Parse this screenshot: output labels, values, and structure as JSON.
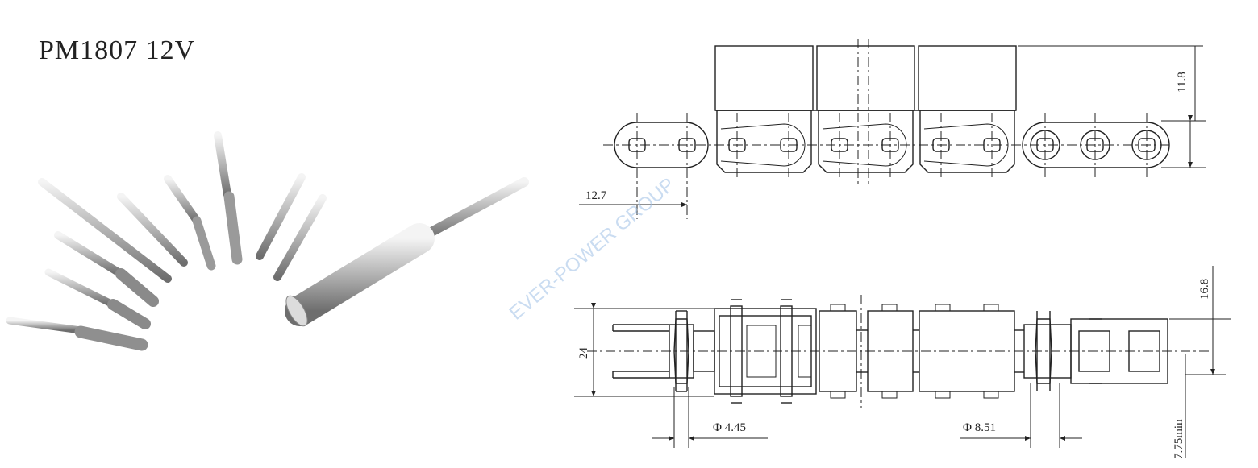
{
  "title": "PM1807 12V",
  "watermark": "EVER-POWER GROUP",
  "dimensions": {
    "height_top": "11.8",
    "pitch": "12.7",
    "height_side": "16.8",
    "width": "24",
    "pin_dia": "Φ 4.45",
    "roller_dia": "Φ 8.51",
    "clearance": "7.75min"
  }
}
